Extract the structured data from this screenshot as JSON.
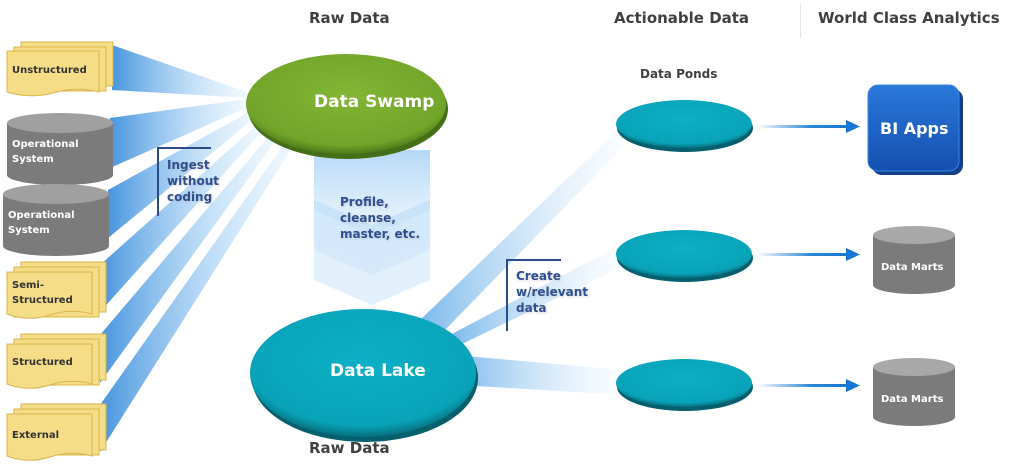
{
  "headers": {
    "raw_data_top": "Raw Data",
    "actionable_data": "Actionable Data",
    "world_class_analytics": "World Class Analytics",
    "raw_data_bottom": "Raw Data",
    "data_ponds": "Data Ponds"
  },
  "sources": [
    {
      "type": "document",
      "label_lines": [
        "Unstructured"
      ]
    },
    {
      "type": "database",
      "label_lines": [
        "Operational",
        "System"
      ]
    },
    {
      "type": "database",
      "label_lines": [
        "Operational",
        "System"
      ]
    },
    {
      "type": "document",
      "label_lines": [
        "Semi-",
        "Structured"
      ]
    },
    {
      "type": "document",
      "label_lines": [
        "Structured"
      ]
    },
    {
      "type": "document",
      "label_lines": [
        "External"
      ]
    }
  ],
  "notes": {
    "ingest": [
      "Ingest",
      "without",
      "coding"
    ],
    "process": [
      "Profile,",
      "cleanse,",
      "master, etc."
    ],
    "create": [
      "Create",
      "w/relevant",
      "data"
    ]
  },
  "nodes": {
    "swamp": "Data Swamp",
    "lake": "Data Lake"
  },
  "targets": [
    {
      "type": "app",
      "label": "BI Apps"
    },
    {
      "type": "database",
      "label": "Data Marts"
    },
    {
      "type": "database",
      "label": "Data Marts"
    }
  ],
  "colors": {
    "swamp": "#78ac2e",
    "lake": "#0aa9c0",
    "pond": "#0aa9c0",
    "document": "#f5dc87",
    "database": "#7b7b7b",
    "bi_apps": "#1a62c8",
    "beam": "#4a9be0",
    "arrow": "#1777d4"
  }
}
